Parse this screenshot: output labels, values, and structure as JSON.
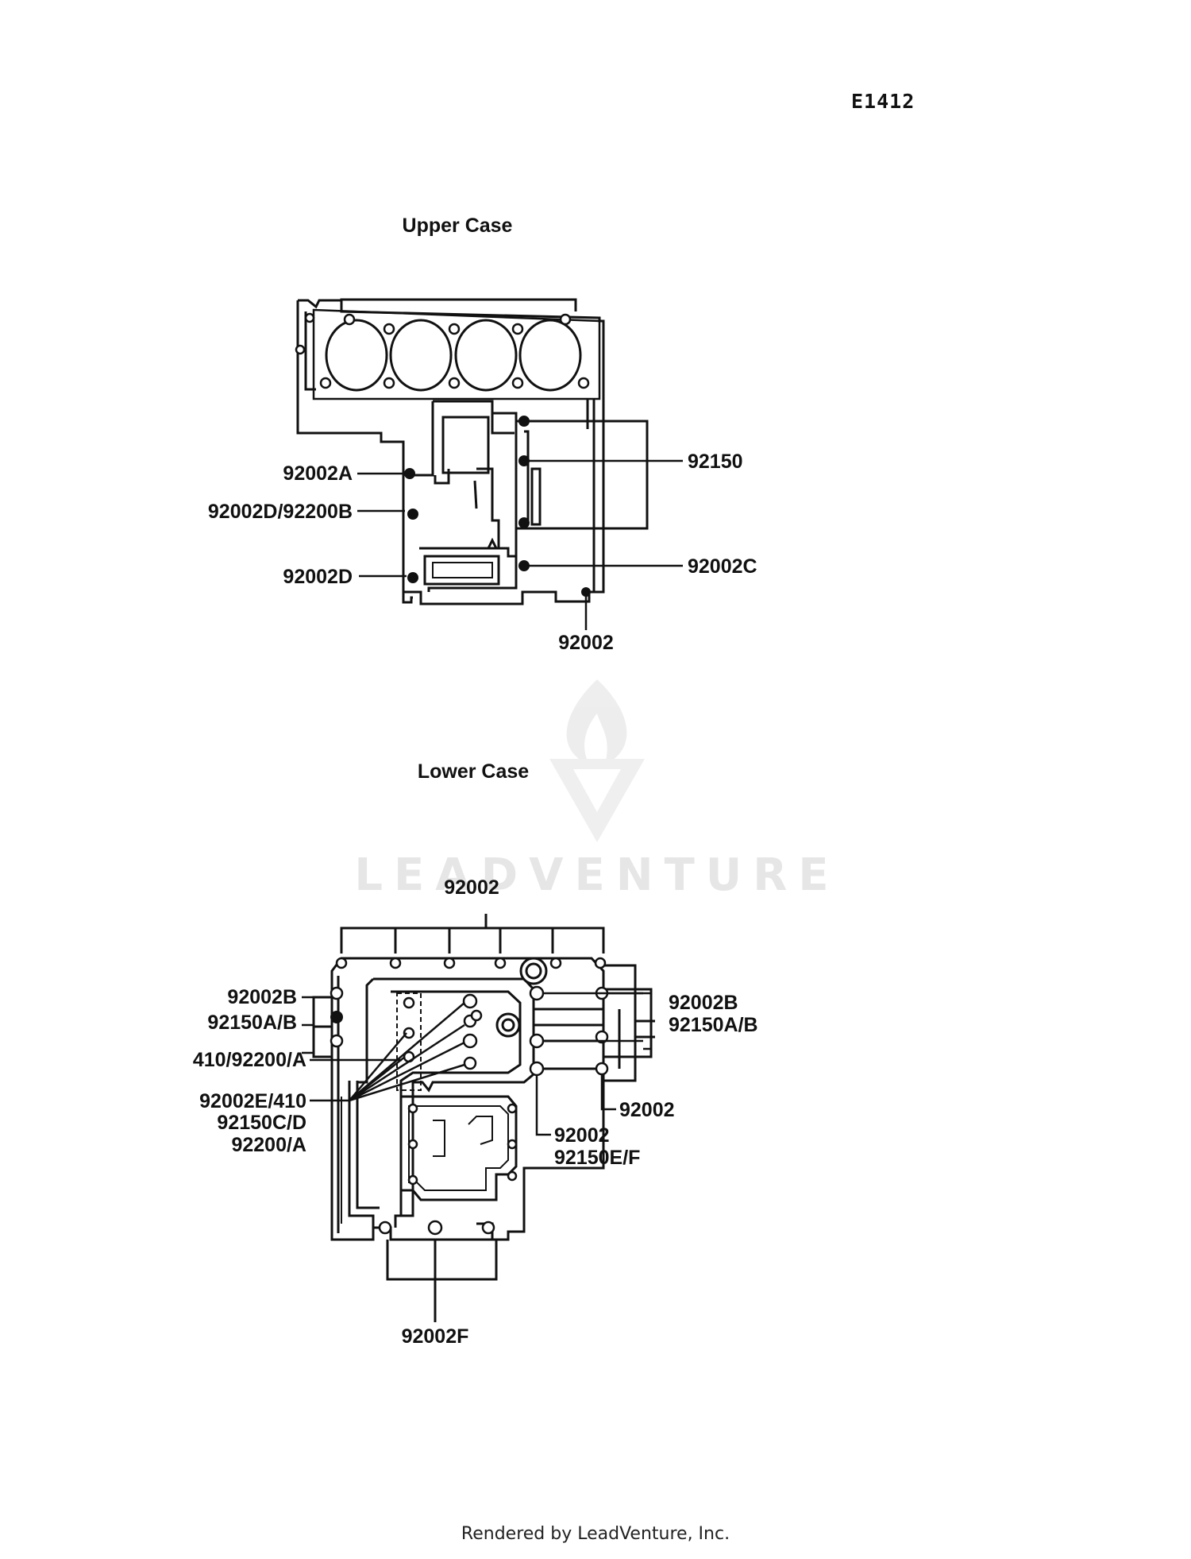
{
  "diagram_code": "E1412",
  "watermark": "LEADVENTURE",
  "footer": "Rendered by LeadVenture, Inc.",
  "upper_case": {
    "title": "Upper Case",
    "labels": {
      "l_92002A": "92002A",
      "l_92002D_92200B": "92002D/92200B",
      "l_92002D": "92002D",
      "l_92150": "92150",
      "l_92002C": "92002C",
      "l_92002": "92002"
    }
  },
  "lower_case": {
    "title": "Lower Case",
    "labels": {
      "l_top_92002": "92002",
      "l_92002B_left": "92002B",
      "l_92150AB_left": "92150A/B",
      "l_410_92200A": "410/92200/A",
      "l_92002E_410": "92002E/410",
      "l_92150CD": "92150C/D",
      "l_92200A": "92200/A",
      "l_92002B_right": "92002B",
      "l_92150AB_right": "92150A/B",
      "l_92002_right": "92002",
      "l_92002_mid": "92002",
      "l_92150EF": "92150E/F",
      "l_92002F": "92002F"
    }
  }
}
